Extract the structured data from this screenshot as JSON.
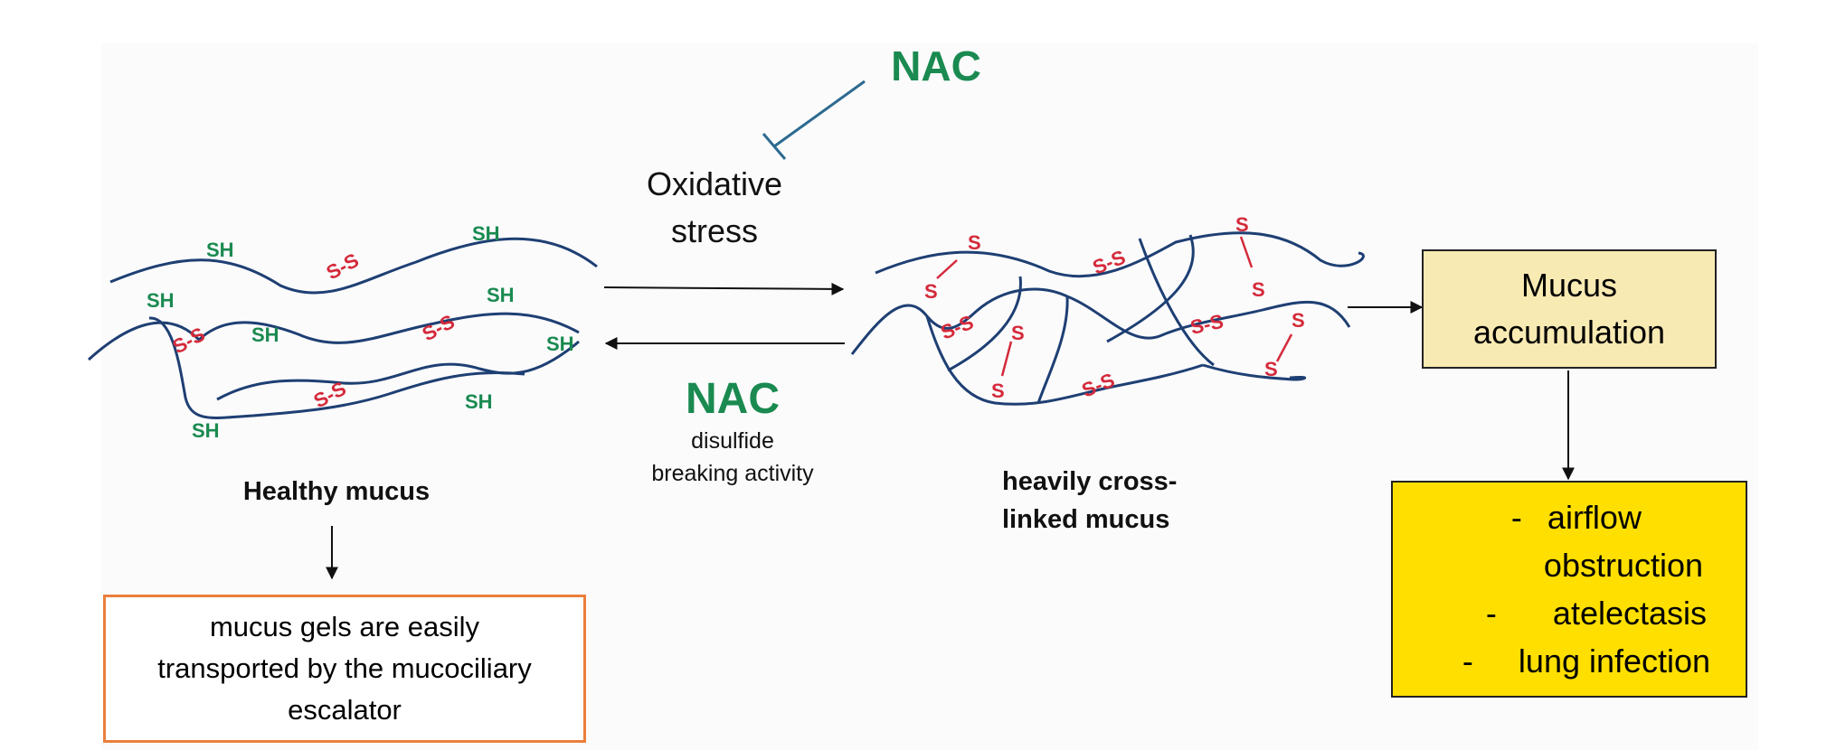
{
  "nac_top": "NAC",
  "oxidative": {
    "line1": "Oxidative",
    "line2": "stress"
  },
  "nac_middle": {
    "label": "NAC",
    "line1": "disulfide",
    "line2": "breaking activity"
  },
  "healthy_label": "Healthy mucus",
  "crosslinked_label": {
    "line1": "heavily cross-",
    "line2": "linked mucus"
  },
  "healthy_box": {
    "line1": "mucus gels are easily",
    "line2": "transported by the mucociliary",
    "line3": "escalator"
  },
  "accumulation_box": {
    "line1": "Mucus",
    "line2": "accumulation"
  },
  "outcomes": [
    {
      "dash": "-",
      "text": "airflow"
    },
    {
      "dash": "",
      "text": "obstruction"
    },
    {
      "dash": "-",
      "text": "atelectasis"
    },
    {
      "dash": "-",
      "text": "lung infection"
    }
  ],
  "chem": {
    "thiol": "SH",
    "disulfide": "S-S",
    "sulfur": "S"
  },
  "colors": {
    "nac_green": "#1a8a50",
    "disulfide_red": "#d42a3a",
    "strand_blue": "#1e3f73",
    "inhibit_line": "#2d6a90",
    "healthy_box_border": "#ea7f3b",
    "accumulation_fill": "#f8eab3",
    "outcomes_fill": "#ffdf00"
  }
}
